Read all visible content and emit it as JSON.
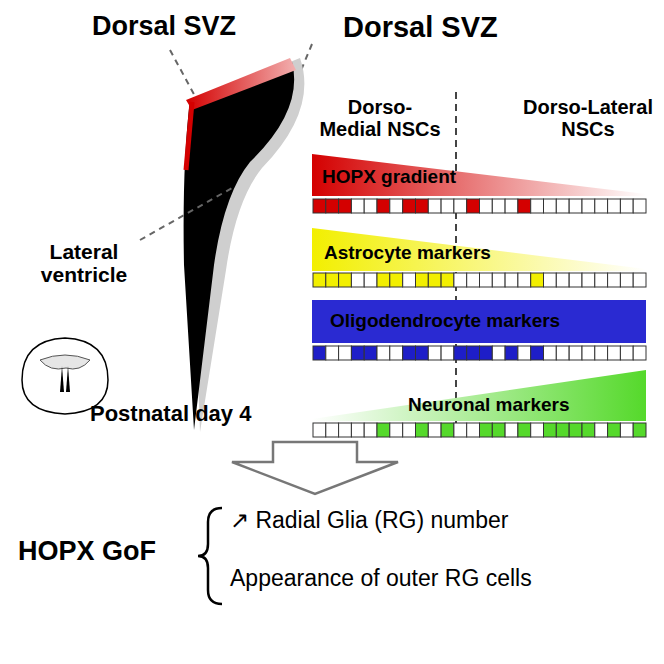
{
  "diagram": {
    "nodes": [
      {
        "text": [
          "HOPX gradient"
        ]
      },
      {
        "text": [
          "Astrocyte markers"
        ]
      },
      {
        "text": [
          "Oligodendrocyte markers"
        ]
      },
      {
        "text": [
          "Neuronal markers"
        ]
      }
    ],
    "labels": [
      "Dorsal SVZ",
      "Dorsal SVZ",
      "Dorso-Medial NSCs",
      "Dorso-Lateral NSCs",
      "Lateral ventricle",
      "Postnatal day 4",
      "HOPX GoF",
      "↗ Radial Glia (RG) number",
      "Appearance of outer RG cells"
    ]
  }
}
